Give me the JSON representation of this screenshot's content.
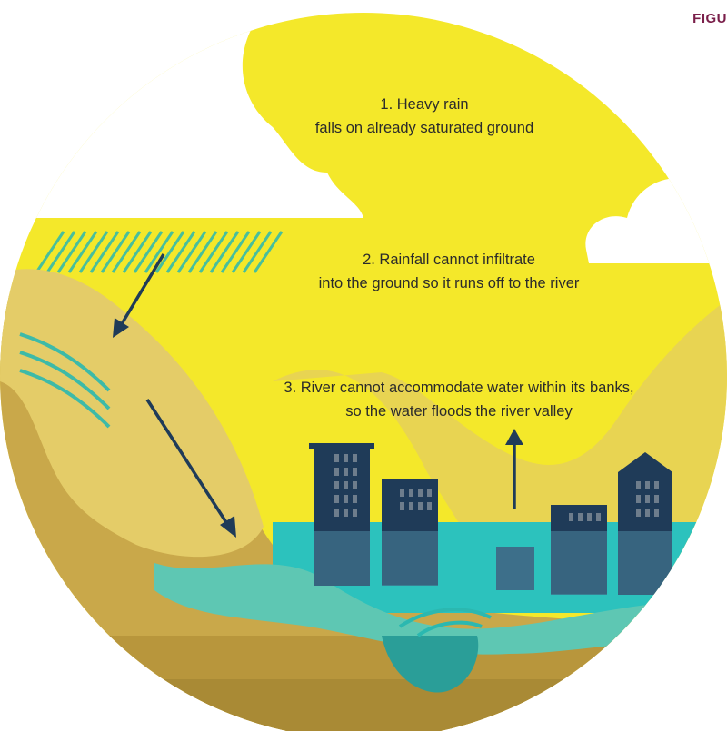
{
  "figure_tag": "FIGU",
  "steps": [
    {
      "lines": [
        "1. Heavy rain",
        "falls on already saturated ground"
      ]
    },
    {
      "lines": [
        "2. Rainfall cannot infiltrate",
        "into the ground so it runs off to the river"
      ]
    },
    {
      "lines": [
        "3. River cannot accommodate water within its banks,",
        "so the water floods the river valley"
      ]
    }
  ],
  "colors": {
    "sky": "#f4e82a",
    "cloud": "#ffffff",
    "rain": "#2bb8b0",
    "hill": "#e4cc68",
    "ground": "#c9a84a",
    "ground_dark": "#a98a35",
    "water": "#2cc2bd",
    "river": "#5ec7b3",
    "building": "#1f3b58",
    "arrow": "#1f3b58"
  }
}
